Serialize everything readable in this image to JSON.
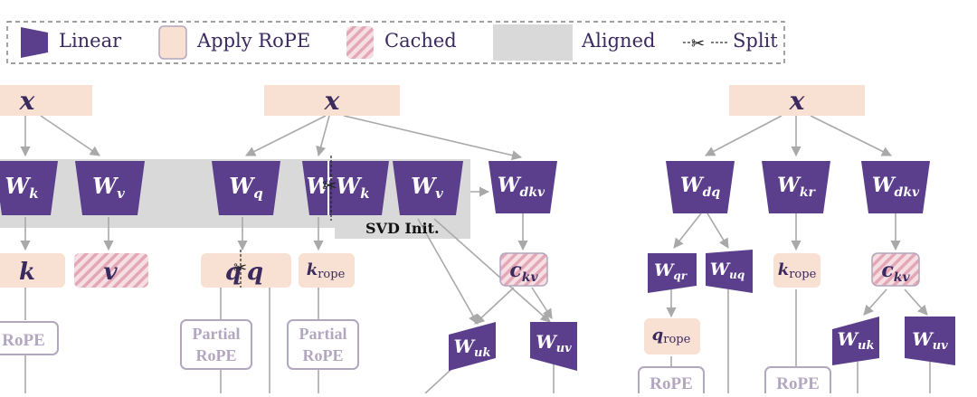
{
  "legend": {
    "linear": "Linear",
    "rope": "Apply RoPE",
    "cached": "Cached",
    "aligned": "Aligned",
    "split": "Split"
  },
  "symbols": {
    "x": "x",
    "W": "W",
    "k": "k",
    "v": "v",
    "q": "q",
    "q_split": "q",
    "c": "c",
    "sub_k": "k",
    "sub_v": "v",
    "sub_q": "q",
    "sub_dkv": "dkv",
    "sub_dq": "dq",
    "sub_kr": "kr",
    "sub_kv": "kv",
    "sub_qr": "qr",
    "sub_uq": "uq",
    "sub_uk": "uk",
    "sub_uv": "uv",
    "rope_sub": "rope"
  },
  "labels": {
    "svd_init": "SVD Init.",
    "rope": "RoPE",
    "partial": "Partial",
    "partial_rope": "RoPE"
  },
  "colors": {
    "linear": "#5b3f8c",
    "rope_fill": "#f8e1d2",
    "cached_stripe": "#e3a7b8",
    "aligned": "#d9d9d9",
    "arrow": "#a9a9a9",
    "box_border": "#b3a6bf",
    "text_dark": "#3b2a5e"
  }
}
